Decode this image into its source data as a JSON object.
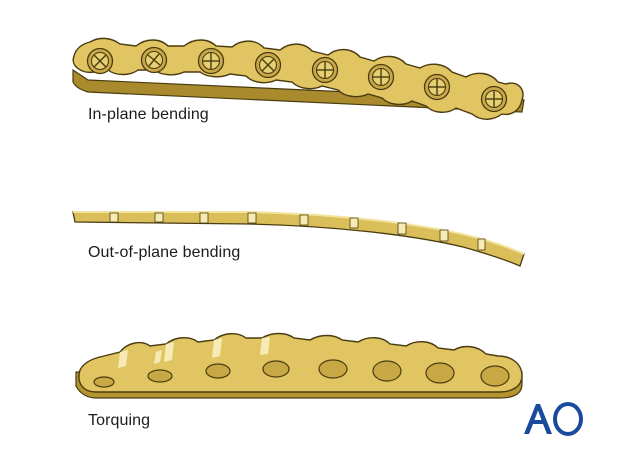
{
  "figure": {
    "captions": {
      "in_plane": "In-plane bending",
      "out_of_plane": "Out-of-plane bending",
      "torquing": "Torquing"
    },
    "logo_text": "AO",
    "colors": {
      "plate_fill": "#e0c562",
      "plate_top": "#ecd57d",
      "plate_side": "#a98a2c",
      "plate_highlight": "#f6ebb4",
      "outline": "#4a3c10",
      "logo_blue": "#1a4a9c"
    },
    "icons": {
      "screw_hole": "cross-hole-icon",
      "logo": "ao-logo-icon"
    }
  }
}
